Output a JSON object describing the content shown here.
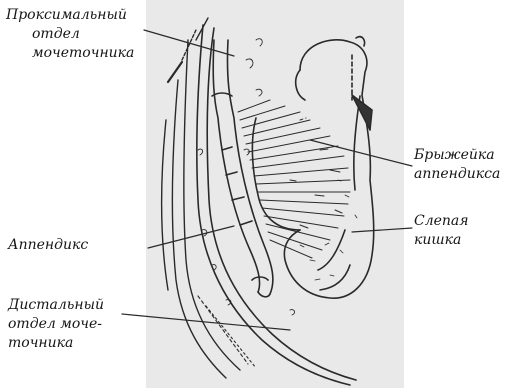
{
  "labels": {
    "proximal_ureter": [
      "Проксимальный",
      "отдел",
      "мочеточника"
    ],
    "appendix": [
      "Аппендикс"
    ],
    "distal_ureter": [
      "Дистальный",
      "отдел моче-",
      "точника"
    ],
    "mesoappendix": [
      "Брыжейка",
      "аппендикса"
    ],
    "cecum": [
      "Слепая",
      "кишка"
    ]
  },
  "colors": {
    "panel": "#e9e9e9",
    "ink": "#2a2a2a",
    "text": "#161616"
  }
}
